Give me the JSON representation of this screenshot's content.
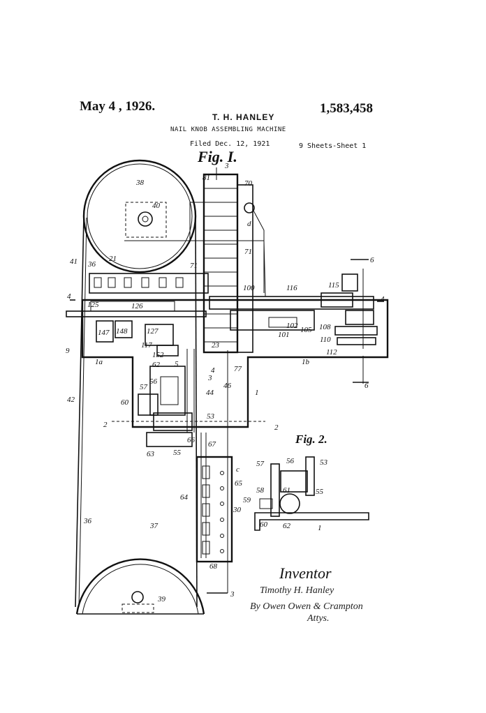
{
  "header": {
    "date": "May 4 , 1926.",
    "patent_number": "1,583,458",
    "inventor_name": "T. H. HANLEY",
    "title": "NAIL KNOB ASSEMBLING MACHINE",
    "filed": "Filed Dec. 12, 1921",
    "sheet": "9 Sheets-Sheet 1"
  },
  "figures": {
    "fig1": "Fig. I.",
    "fig2": "Fig. 2."
  },
  "labels": {
    "l38": "38",
    "l40": "40",
    "l41": "41",
    "l36a": "36",
    "l21": "21",
    "l81": "81",
    "l3top": "3",
    "l70": "70",
    "ld": "d",
    "l71a": "71",
    "l71b": "71",
    "l6a": "6",
    "l115": "115",
    "l116": "116",
    "l4a": "4",
    "l4b": "4",
    "l100": "100",
    "l125": "125",
    "l126": "126",
    "l147": "147",
    "l148": "148",
    "l127": "127",
    "l117": "117",
    "l152": "152",
    "l102": "102",
    "l101": "101",
    "l105": "105",
    "l108": "108",
    "l110": "110",
    "l112": "112",
    "l9": "9",
    "l1a": "1a",
    "l1b": "1b",
    "l23": "23",
    "l77": "77",
    "l62": "62",
    "l5": "5",
    "l3mid": "3",
    "l46": "46",
    "l44": "44",
    "l4c": "4",
    "l6b": "6",
    "l42": "42",
    "l57": "57",
    "l56": "56",
    "l60": "60",
    "l1": "1",
    "l2a": "2",
    "l2b": "2",
    "l53": "53",
    "l63": "63",
    "l66": "66",
    "l55": "55",
    "l67": "67",
    "lc": "c",
    "l65": "65",
    "l64": "64",
    "l30": "30",
    "l36b": "36",
    "l37": "37",
    "l68": "68",
    "l3bot": "3",
    "l39": "39",
    "f2_57": "57",
    "f2_56": "56",
    "f2_53": "53",
    "f2_58": "58",
    "f2_61": "61",
    "f2_55": "55",
    "f2_59": "59",
    "f2_60": "60",
    "f2_62": "62",
    "f2_1": "1"
  },
  "inventor_block": {
    "heading": "Inventor",
    "signature": "Timothy H. Hanley",
    "attorney_line": "By Owen Owen & Crampton",
    "attys": "Attys."
  }
}
